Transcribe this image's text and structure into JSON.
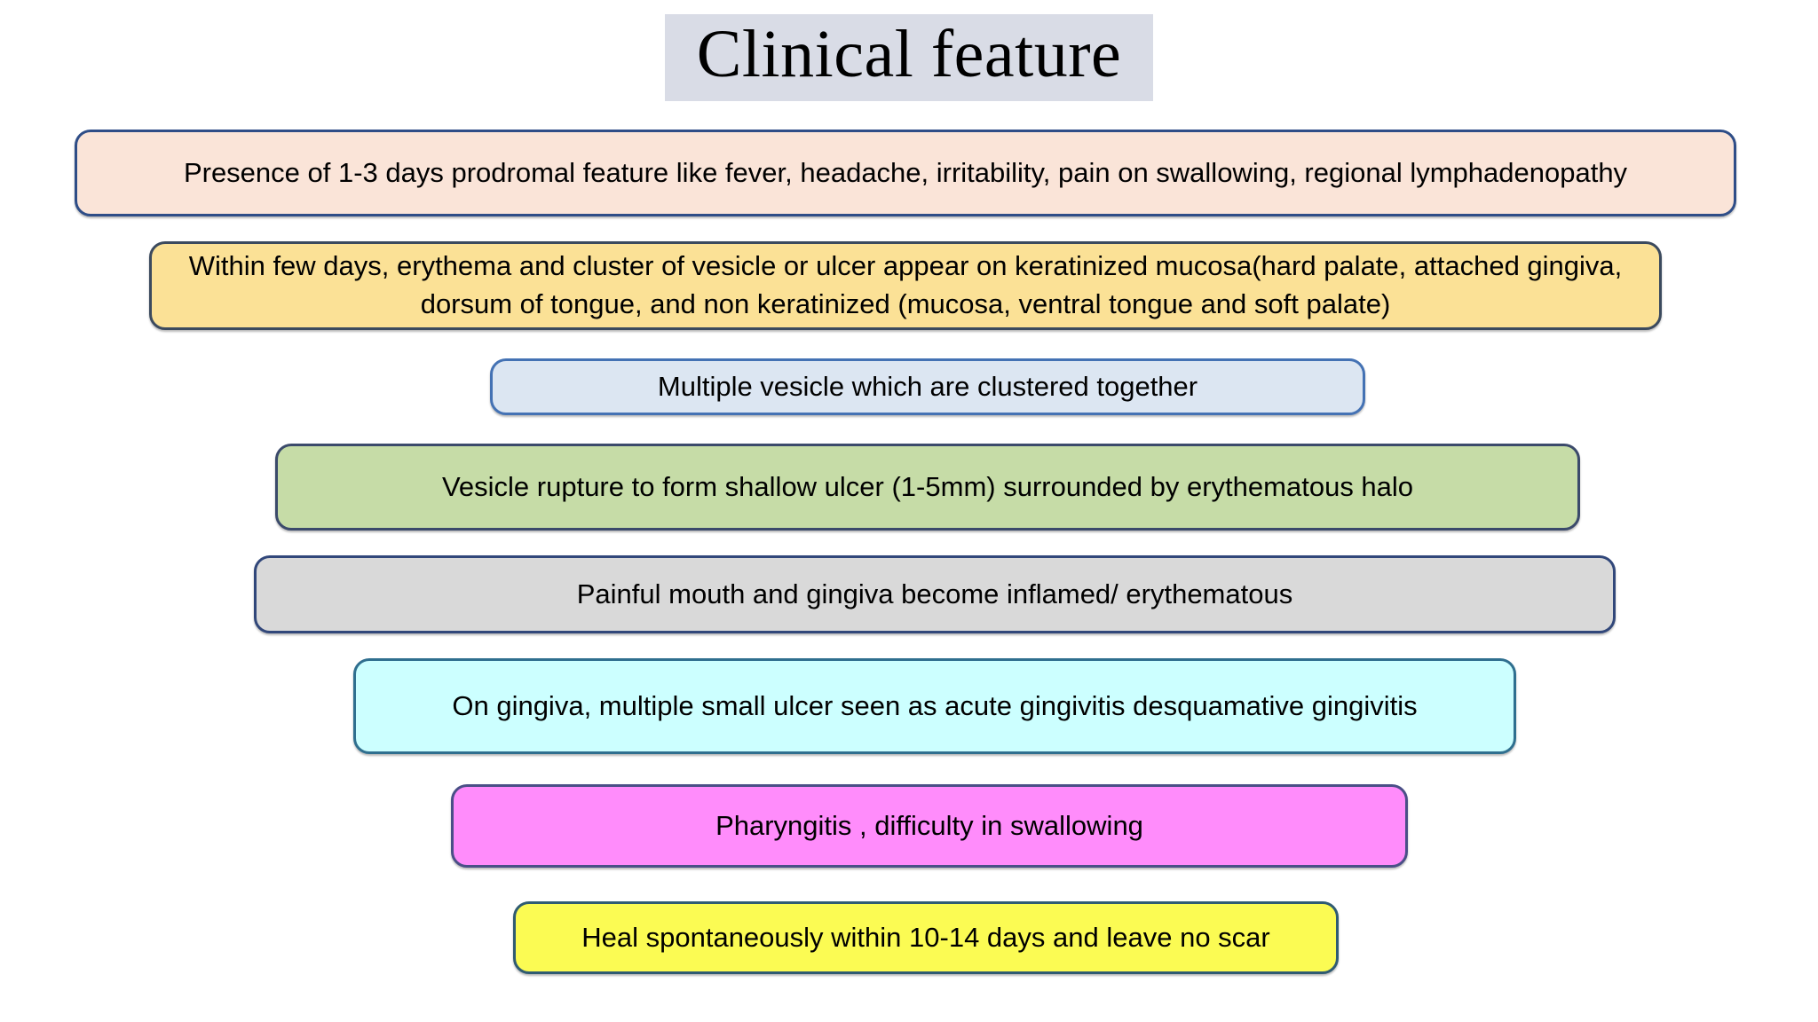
{
  "slide": {
    "title": "Clinical feature",
    "title_bg": "#d9dce6",
    "background": "#ffffff"
  },
  "flow": {
    "steps": [
      {
        "id": "prodromal-feature",
        "text": "Presence of 1-3 days prodromal feature like fever, headache, irritability, pain on swallowing, regional lymphadenopathy",
        "fill": "#fae4d8",
        "border": "#2e4d87"
      },
      {
        "id": "erythema-vesicle-cluster",
        "text": "Within few days, erythema and cluster of vesicle or ulcer appear on keratinized mucosa(hard palate, attached gingiva, dorsum of tongue, and non keratinized (mucosa, ventral tongue and soft palate)",
        "fill": "#fbe196",
        "border": "#3b4a5e"
      },
      {
        "id": "multiple-vesicle-clustered",
        "text": "Multiple vesicle which are clustered together",
        "fill": "#dce6f2",
        "border": "#4472b4"
      },
      {
        "id": "vesicle-rupture-ulcer",
        "text": "Vesicle rupture to form shallow ulcer (1-5mm) surrounded by erythematous halo",
        "fill": "#c6dca7",
        "border": "#3b4a6b"
      },
      {
        "id": "painful-mouth-gingiva",
        "text": "Painful mouth and gingiva become inflamed/ erythematous",
        "fill": "#d9d9d9",
        "border": "#31477a"
      },
      {
        "id": "acute-desquamative-gingivitis",
        "text": "On gingiva, multiple small ulcer seen as acute gingivitis desquamative gingivitis",
        "fill": "#ccffff",
        "border": "#2f6f8f"
      },
      {
        "id": "pharyngitis-dysphagia",
        "text": "Pharyngitis , difficulty in swallowing",
        "fill": "#ff8cfb",
        "border": "#4a4f87"
      },
      {
        "id": "heal-spontaneously",
        "text": "Heal spontaneously within 10-14 days and leave no scar",
        "fill": "#fbfb53",
        "border": "#2f5b72"
      }
    ]
  }
}
